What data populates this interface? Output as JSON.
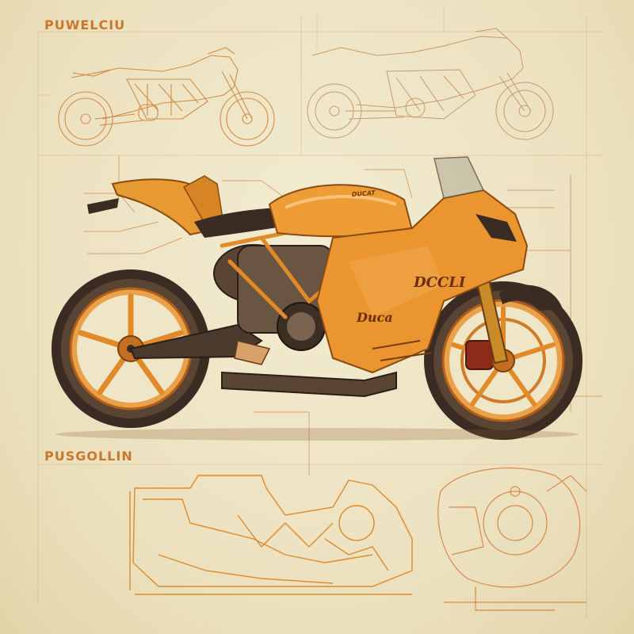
{
  "titles": {
    "top": "PUWELCIU",
    "middle": "PUSGOLLIN"
  },
  "tank_text": "DUCAT",
  "fairing_text_upper": "DCCLI",
  "fairing_text_lower": "Duca",
  "colors": {
    "paper": "#efe6c8",
    "line": "#d9884a",
    "orange": "#e58a2a",
    "orange_dark": "#b35f18",
    "tire": "#3a2c22"
  }
}
